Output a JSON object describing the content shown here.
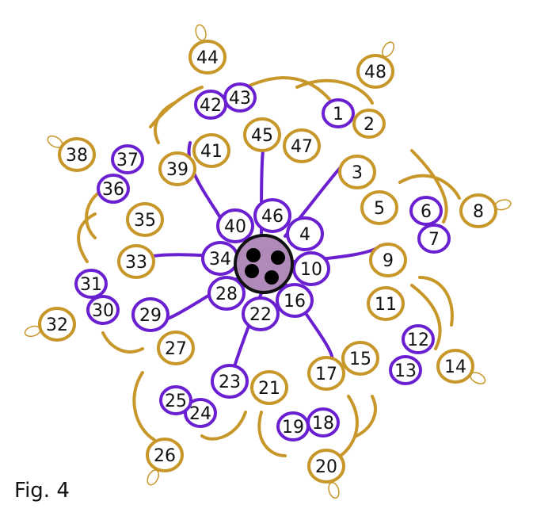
{
  "figure": {
    "caption": "Fig. 4",
    "colors": {
      "gold": "#c8972a",
      "purple": "#6a1fd1",
      "bead_fill": "#b08ab8",
      "bead_center": "#000000",
      "background": "#ffffff"
    },
    "ring_labels": [
      "1",
      "2",
      "3",
      "4",
      "5",
      "6",
      "7",
      "8",
      "9",
      "10",
      "11",
      "12",
      "13",
      "14",
      "15",
      "16",
      "17",
      "18",
      "19",
      "20",
      "21",
      "22",
      "23",
      "24",
      "25",
      "26",
      "27",
      "28",
      "29",
      "30",
      "31",
      "32",
      "33",
      "34",
      "35",
      "36",
      "37",
      "38",
      "39",
      "40",
      "41",
      "42",
      "43",
      "44",
      "45",
      "46",
      "47",
      "48"
    ],
    "ring_colors": {
      "gold": [
        "2",
        "3",
        "5",
        "8",
        "9",
        "11",
        "14",
        "15",
        "17",
        "20",
        "21",
        "26",
        "27",
        "32",
        "33",
        "35",
        "38",
        "39",
        "41",
        "44",
        "45",
        "47",
        "48"
      ],
      "purple": [
        "1",
        "4",
        "6",
        "7",
        "10",
        "12",
        "13",
        "16",
        "18",
        "19",
        "22",
        "23",
        "24",
        "25",
        "28",
        "29",
        "30",
        "31",
        "34",
        "36",
        "37",
        "40",
        "42",
        "43",
        "46"
      ]
    }
  }
}
